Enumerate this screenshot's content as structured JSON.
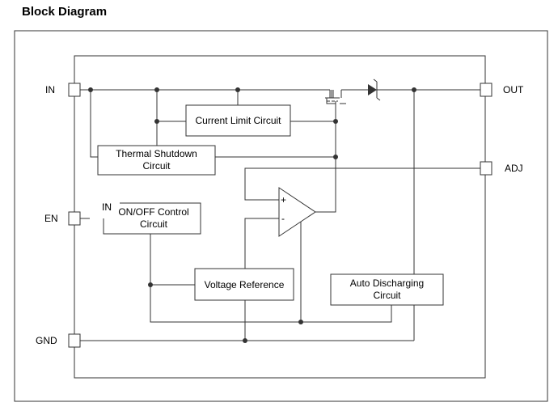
{
  "title": "Block Diagram",
  "pins": {
    "in": "IN",
    "en": "EN",
    "gnd": "GND",
    "out": "OUT",
    "adj": "ADJ"
  },
  "blocks": {
    "current_limit": [
      "Current Limit Circuit"
    ],
    "thermal_shutdown": [
      "Thermal Shutdown",
      "Circuit"
    ],
    "on_off_control": [
      "ON/OFF Control",
      "Circuit"
    ],
    "on_off_in": "IN",
    "voltage_reference": [
      "Voltage Reference"
    ],
    "auto_discharging": [
      "Auto Discharging",
      "Circuit"
    ]
  },
  "amplifier": {
    "plus": "+",
    "minus": "-"
  }
}
